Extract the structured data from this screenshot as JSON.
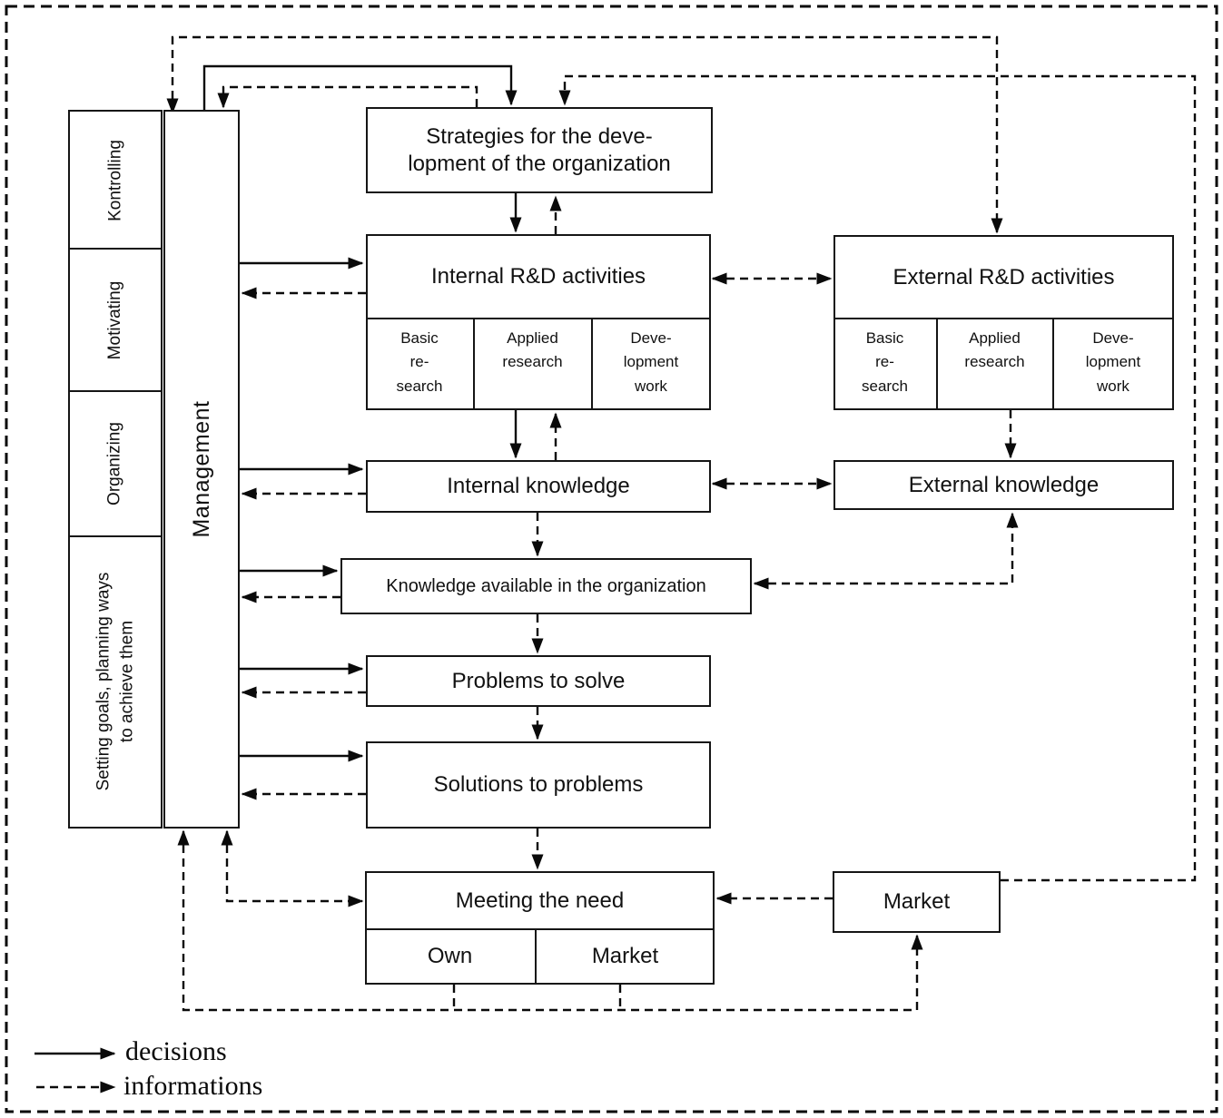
{
  "management_functions": {
    "kontrolling": "Kontrolling",
    "motivating": "Motivating",
    "organizing": "Organizing",
    "setting_goals": "Setting goals, planning ways\nto achieve them"
  },
  "management": {
    "label": "Management"
  },
  "boxes": {
    "strategies": {
      "label": "Strategies for the deve-\nlopment of the organization"
    },
    "internal_rd": {
      "title": "Internal R&D activities"
    },
    "external_rd": {
      "title": "External R&D activities"
    },
    "rd_subactivities": {
      "basic_research": "Basic\nre-\nsearch",
      "applied_research": "Applied\nresearch",
      "development_work": "Deve-\nlopment\nwork"
    },
    "internal_knowledge": {
      "label": "Internal knowledge"
    },
    "external_knowledge": {
      "label": "External knowledge"
    },
    "knowledge_available": {
      "label": "Knowledge available in the organization"
    },
    "problems": {
      "label": "Problems to solve"
    },
    "solutions": {
      "label": "Solutions to problems"
    },
    "meeting_need": {
      "title": "Meeting the need",
      "own": "Own",
      "market": "Market"
    },
    "market": {
      "label": "Market"
    }
  },
  "legend": {
    "decisions": "decisions",
    "informations": "informations"
  },
  "colors": {
    "line": "#000000",
    "background": "#ffffff"
  }
}
